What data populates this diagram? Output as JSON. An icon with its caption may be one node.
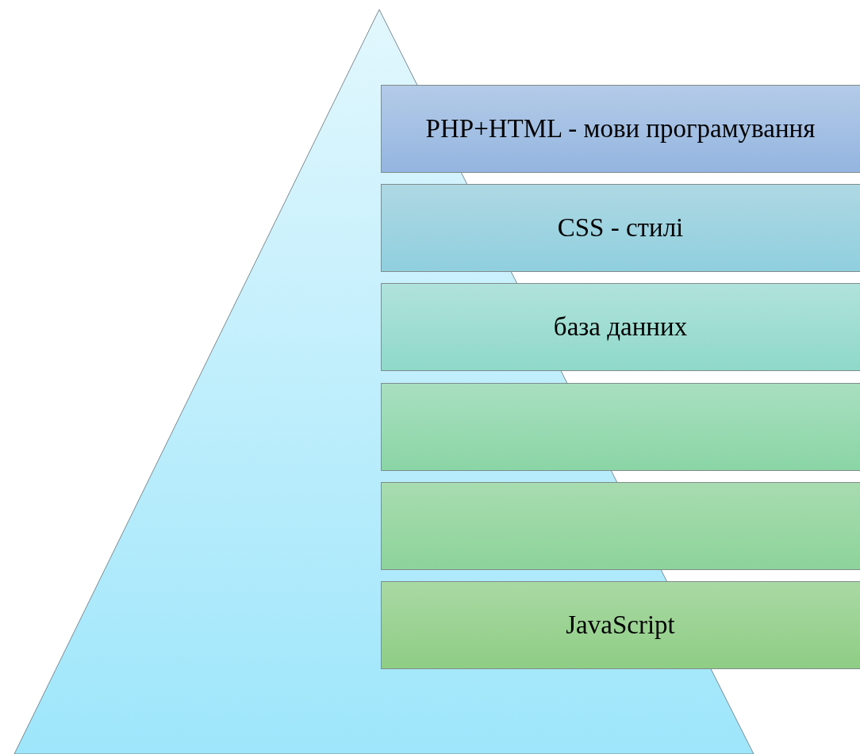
{
  "diagram": {
    "nodes": [
      {
        "text": [
          "PHP+HTML - мови програмування"
        ]
      },
      {
        "text": [
          "CSS - стилі"
        ]
      },
      {
        "text": [
          "база данних"
        ]
      },
      {
        "text": [],
        "shape": "box"
      },
      {
        "text": [],
        "shape": "box"
      },
      {
        "text": [
          "JavaScript"
        ]
      }
    ]
  }
}
